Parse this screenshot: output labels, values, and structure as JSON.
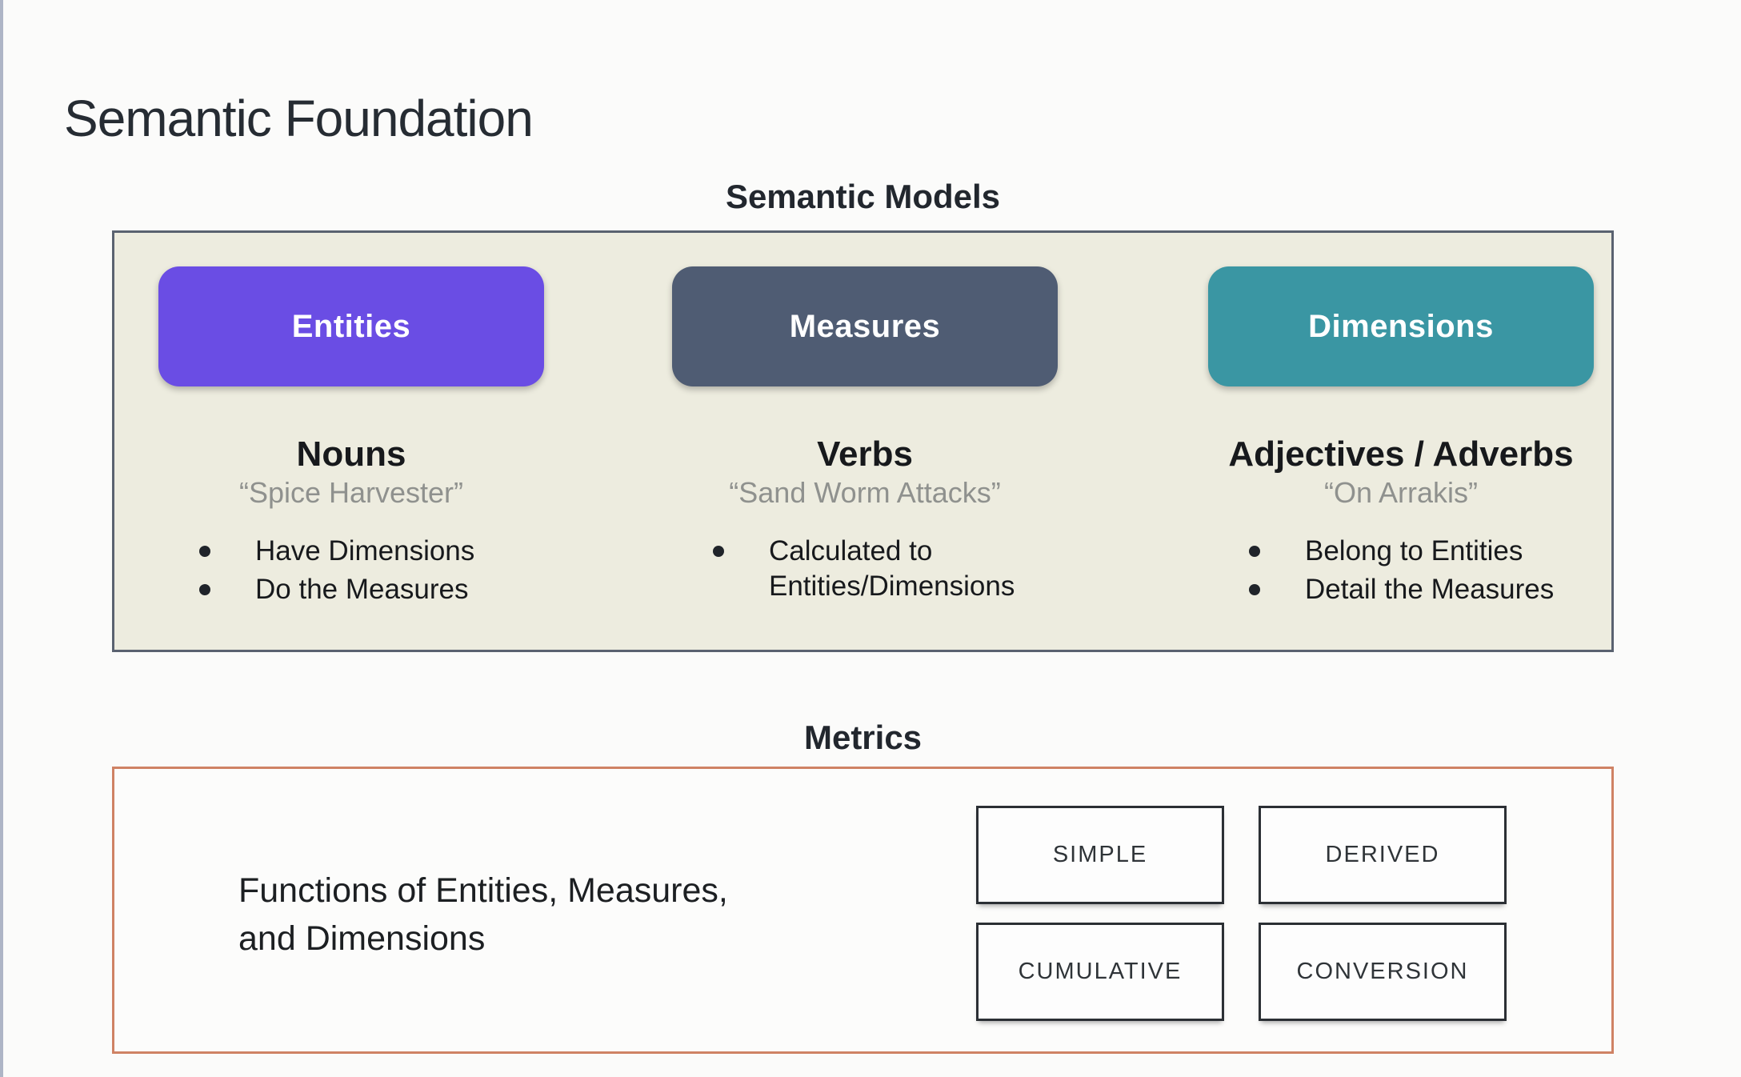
{
  "page": {
    "title": "Semantic Foundation"
  },
  "semantic_models": {
    "heading": "Semantic Models",
    "panel_background": "#edecdf",
    "panel_border_color": "#5a6270",
    "columns": [
      {
        "pill": "Entities",
        "pill_color": "#6a4de4",
        "role": "Nouns",
        "example": "“Spice Harvester”",
        "bullets": [
          "Have Dimensions",
          "Do the Measures"
        ]
      },
      {
        "pill": "Measures",
        "pill_color": "#4f5c73",
        "role": "Verbs",
        "example": "“Sand Worm Attacks”",
        "bullets": [
          "Calculated to Entities/Dimensions"
        ]
      },
      {
        "pill": "Dimensions",
        "pill_color": "#3a96a3",
        "role": "Adjectives / Adverbs",
        "example": "“On Arrakis”",
        "bullets": [
          "Belong to Entities",
          "Detail the Measures"
        ]
      }
    ]
  },
  "metrics": {
    "heading": "Metrics",
    "border_color": "#cf8264",
    "description_line1": "Functions of Entities, Measures,",
    "description_line2": "and Dimensions",
    "types": [
      "SIMPLE",
      "DERIVED",
      "CUMULATIVE",
      "CONVERSION"
    ]
  }
}
